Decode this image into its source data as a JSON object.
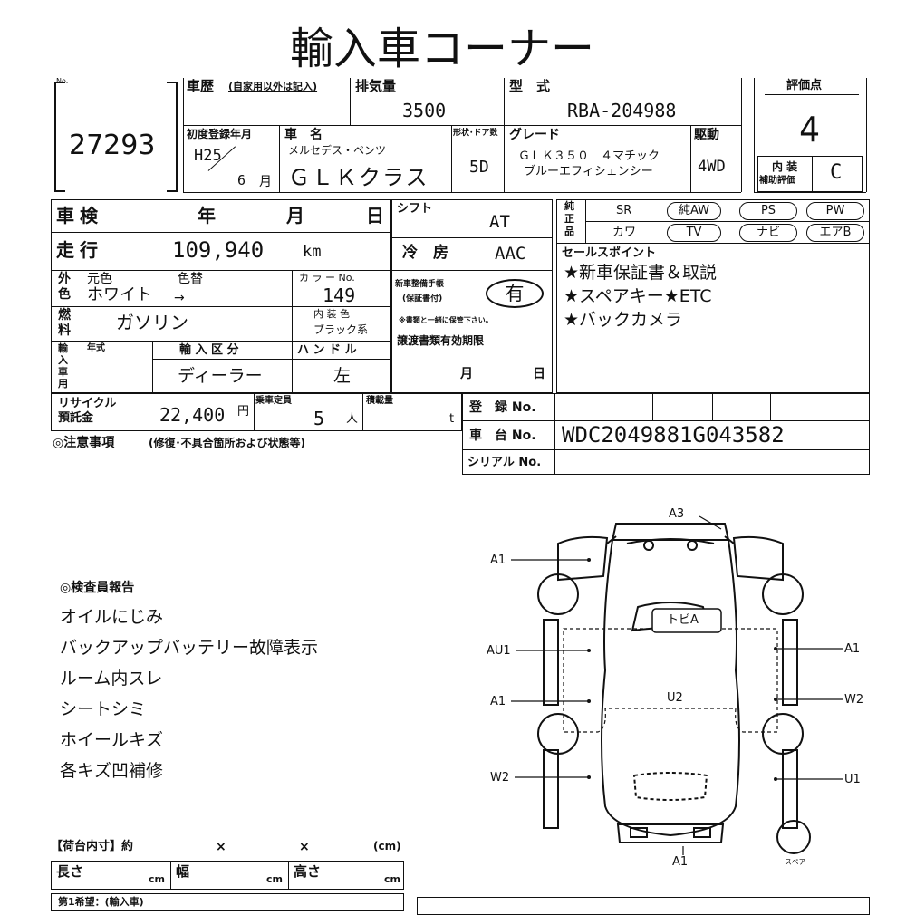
{
  "title": "輸入車コーナー",
  "lot": {
    "label": "No.",
    "number": "27293"
  },
  "history": {
    "label": "車歴",
    "note": "(自家用以外は記入)",
    "value": ""
  },
  "displacement": {
    "label": "排気量",
    "value": "3500"
  },
  "model_code": {
    "label": "型　式",
    "value": "RBA-204988"
  },
  "score": {
    "label": "評価点",
    "value": "4"
  },
  "first_reg": {
    "label": "初度登録年月",
    "era_year": "H25",
    "month": "6",
    "month_unit": "月"
  },
  "car_name": {
    "label": "車　名",
    "maker": "メルセデス・ベンツ",
    "model": "ＧＬＫクラス"
  },
  "doors": {
    "label": "形状･ドア数",
    "value": "5D"
  },
  "grade": {
    "label": "グレード",
    "line1": "ＧＬＫ３５０　４マチック",
    "line2": "ブルーエフィシェンシー"
  },
  "drive": {
    "label": "駆動",
    "value": "4WD"
  },
  "interior_grade": {
    "label_1": "内 装",
    "label_2": "補助評価",
    "value": "C"
  },
  "inspection": {
    "label": "車検",
    "year": "年",
    "month": "月",
    "day": "日"
  },
  "shift": {
    "label": "シフト",
    "value": "AT"
  },
  "mileage": {
    "label": "走行",
    "value": "109,940",
    "unit": "km"
  },
  "ac": {
    "label": "冷　房",
    "value": "AAC"
  },
  "color": {
    "side_1": "外",
    "side_2": "色",
    "orig_label": "元色",
    "change_label": "色替",
    "value": "ホワイト",
    "arrow": "→",
    "code_label": "カ ラ ー No.",
    "code": "149"
  },
  "warranty": {
    "label_1": "新車整備手帳",
    "label_2": "(保証書付)",
    "value": "有",
    "note": "※書類と一緒に保管下さい。"
  },
  "fuel": {
    "side_1": "燃",
    "side_2": "料",
    "value": "ガソリン",
    "int_color_label": "内 装 色",
    "int_color": "ブラック系"
  },
  "equipment": {
    "side_1": "純",
    "side_2": "正",
    "side_3": "品",
    "items": [
      "SR",
      "純AW",
      "PS",
      "PW",
      "カワ",
      "TV",
      "ナビ",
      "エアB"
    ]
  },
  "sales_points": {
    "label": "セールスポイント",
    "lines": [
      "★新車保証書＆取説",
      "★スペアキー★ETC",
      "★バックカメラ"
    ]
  },
  "import": {
    "side": [
      "輸",
      "入",
      "車",
      "用"
    ],
    "year_label": "年式",
    "type_label": "輸 入 区 分",
    "type_value": "ディーラー",
    "handle_label": "ハ ン ド ル",
    "handle_value": "左"
  },
  "transfer": {
    "label": "譲渡書類有効期限",
    "month": "月",
    "day": "日"
  },
  "recycle": {
    "label_1": "リサイクル",
    "label_2": "預託金",
    "value": "22,400",
    "unit": "円"
  },
  "capacity": {
    "label": "乗車定員",
    "value": "5",
    "unit": "人"
  },
  "load": {
    "label": "積載量",
    "unit": "t"
  },
  "registration": {
    "label": "登　録 No.",
    "chassis_label": "車　台 No.",
    "chassis": "WDC2049881G043582",
    "serial_label": "シリアル No."
  },
  "caution": {
    "label": "◎注意事項",
    "note": "(修復･不具合箇所および状態等)"
  },
  "inspector": {
    "label": "◎検査員報告",
    "lines": [
      "オイルにじみ",
      "バックアップバッテリー故障表示",
      "ルーム内スレ",
      "シートシミ",
      "ホイールキズ",
      "各キズ凹補修"
    ]
  },
  "cargo": {
    "label": "【荷台内寸】約",
    "x": "×",
    "unit": "(cm)",
    "length": "長さ",
    "width": "幅",
    "height": "高さ",
    "cm": "cm",
    "footer": "第1希望：(輸入車)"
  },
  "diagram": {
    "labels": {
      "a3": "A3",
      "a1_top_left": "A1",
      "au1": "AU1",
      "a1_mid_left": "A1",
      "w2_left": "W2",
      "a1_right_top": "A1",
      "w2_right": "W2",
      "u1_right": "U1",
      "a1_bottom": "A1",
      "tobi": "トビA",
      "u2": "U2",
      "spare": "スペア"
    }
  }
}
